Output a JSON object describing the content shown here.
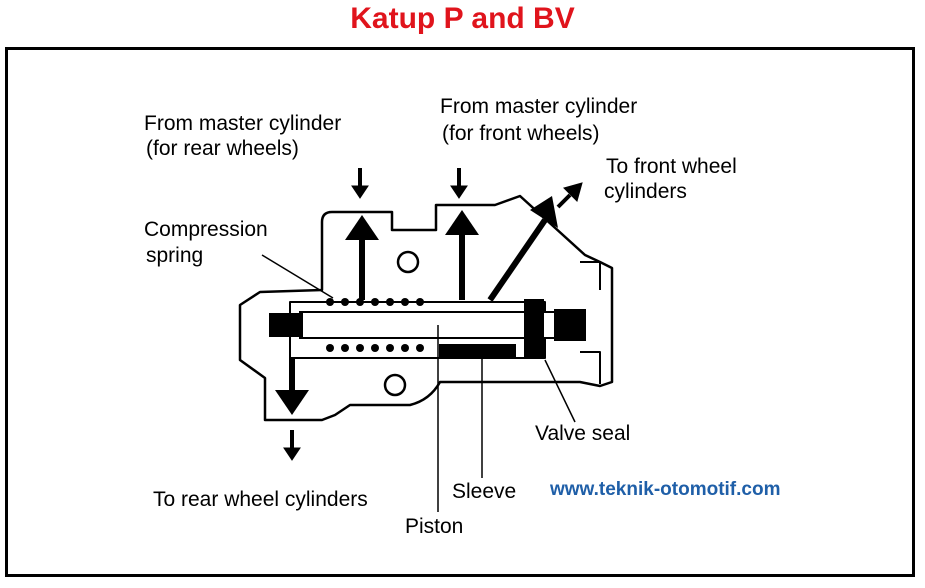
{
  "title": "Katup P and BV",
  "colors": {
    "title": "#e0141c",
    "website": "#1f5fa8",
    "line": "#000000",
    "background": "#ffffff"
  },
  "labels": {
    "master_rear_1": "From master cylinder",
    "master_rear_2": "(for rear wheels)",
    "master_front_1": "From master cylinder",
    "master_front_2": "(for front wheels)",
    "front_wheel_1": "To front wheel",
    "front_wheel_2": "cylinders",
    "compression_1": "Compression",
    "compression_2": "spring",
    "valve_seal": "Valve seal",
    "sleeve": "Sleeve",
    "piston": "Piston",
    "rear_wheel": "To rear wheel cylinders"
  },
  "website": "www.teknik-otomotif.com"
}
